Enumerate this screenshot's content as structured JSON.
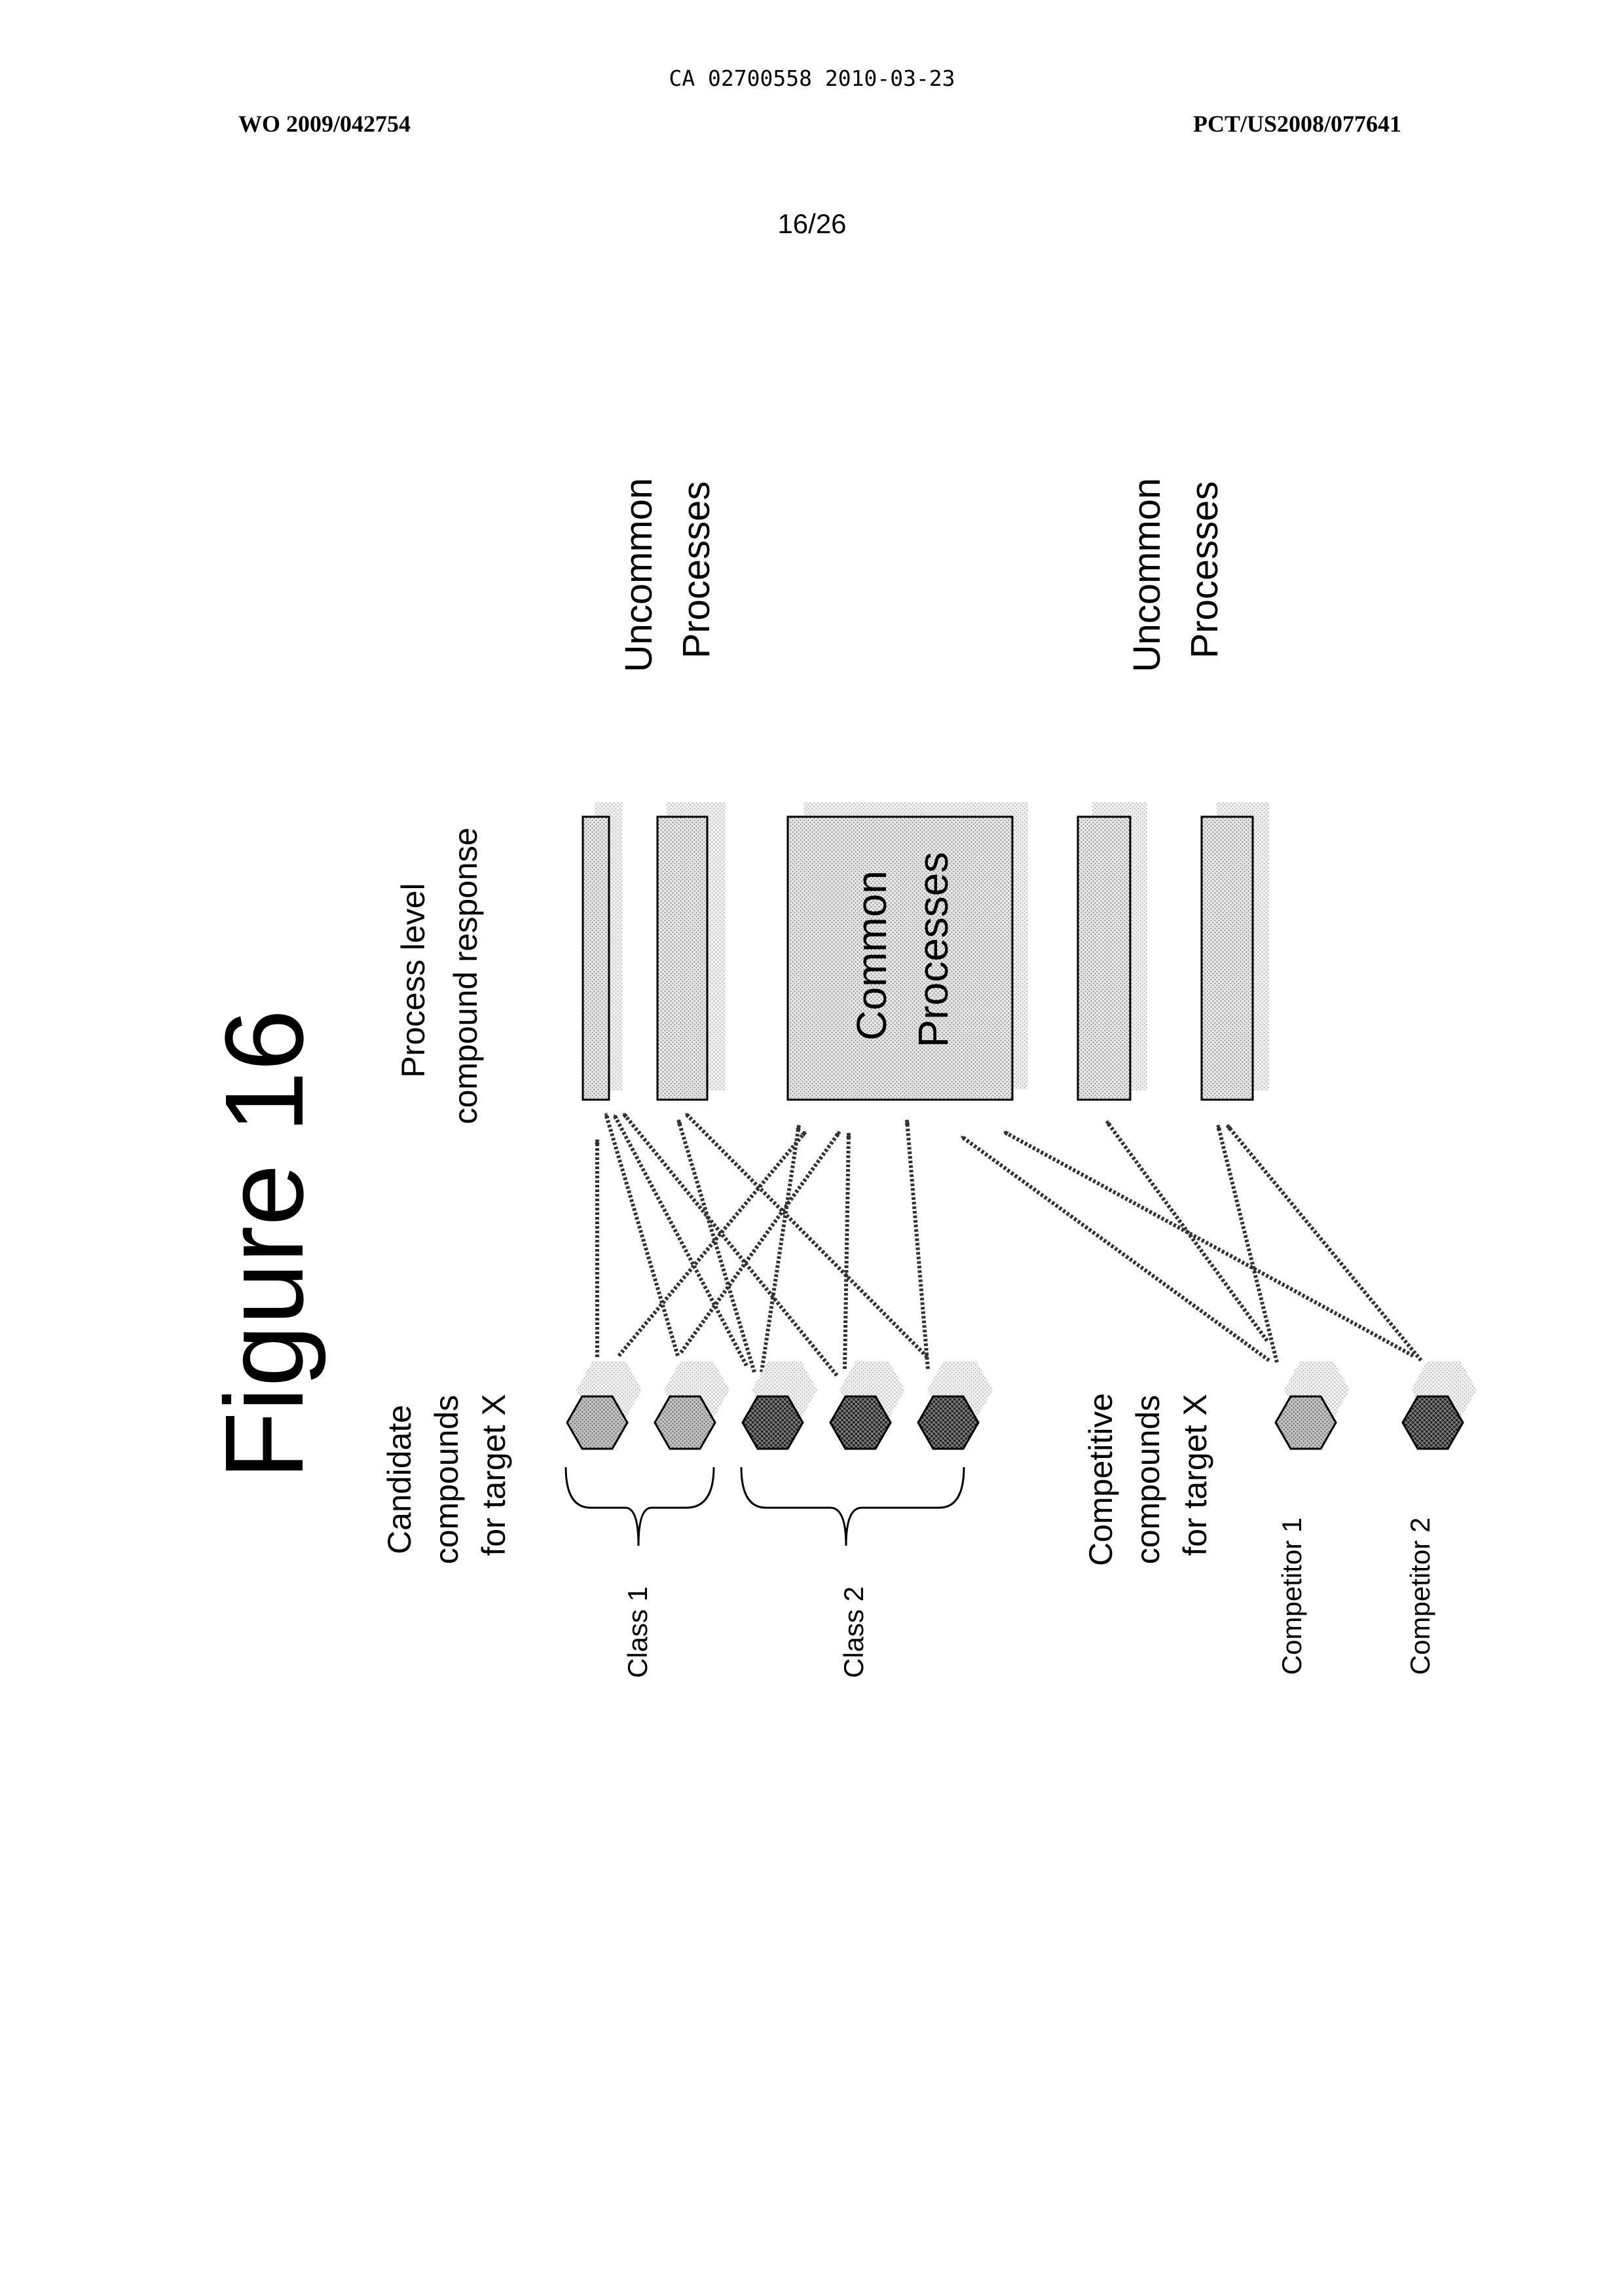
{
  "header": {
    "doc_number": "CA 02700558 2010-03-23",
    "publication_number": "WO 2009/042754",
    "application_number": "PCT/US2008/077641",
    "page_number": "16/26"
  },
  "figure": {
    "title": "Figure 16",
    "column_header": [
      "Process level",
      "compound response"
    ],
    "candidate_label": [
      "Candidate",
      "compounds",
      "for target X"
    ],
    "competitive_label": [
      "Competitive",
      "compounds",
      "for target X"
    ],
    "uncommon_label_1": [
      "Uncommon",
      "Processes"
    ],
    "uncommon_label_2": [
      "Uncommon",
      "Processes"
    ],
    "common_label": [
      "Common",
      "Processes"
    ],
    "class_1_label": "Class 1",
    "class_2_label": "Class 2",
    "competitor_1_label": "Competitor 1",
    "competitor_2_label": "Competitor 2"
  }
}
